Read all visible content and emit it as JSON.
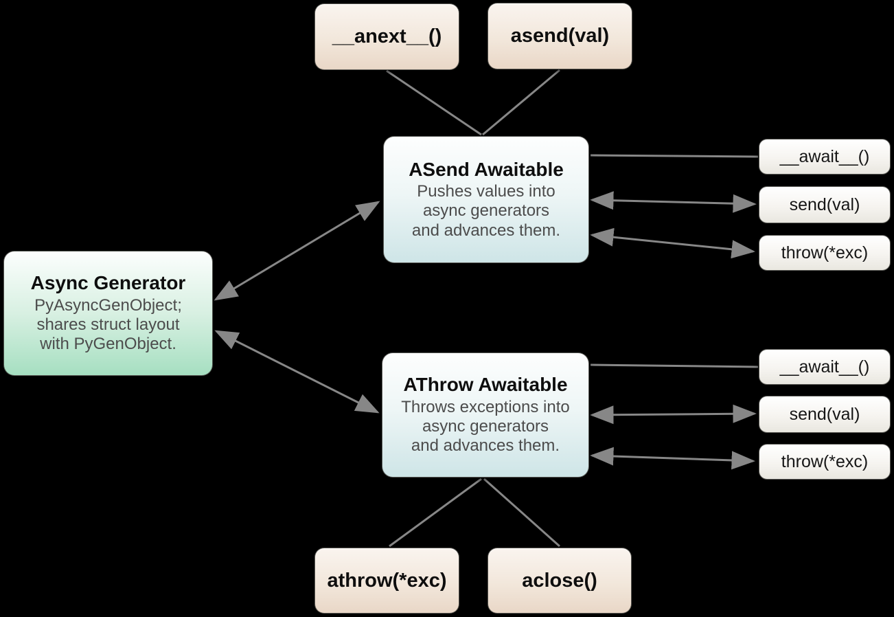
{
  "diagram": {
    "colors": {
      "background": "#000000",
      "connector": "#878787",
      "node_title": "#0e0e0e",
      "node_body": "#4c4c4c",
      "method_box_top": "#faf4ef",
      "method_box_bottom": "#e9d7c7",
      "awaitable_box_top": "#fdfefe",
      "awaitable_box_bottom": "#cee5e7",
      "generator_box_top": "#fcfefd",
      "generator_box_bottom": "#a6dfc1",
      "small_box_top": "#ffffff",
      "small_box_bottom": "#e9e7e0"
    },
    "nodes": {
      "anext": {
        "label": "__anext__()"
      },
      "asend": {
        "label": "asend(val)"
      },
      "asend_awaitable": {
        "title": "ASend Awaitable",
        "body": [
          "Pushes values into",
          "async generators",
          "and advances them."
        ]
      },
      "async_generator": {
        "title": "Async Generator",
        "body": [
          "PyAsyncGenObject;",
          "shares struct layout",
          "with PyGenObject."
        ]
      },
      "athrow_awaitable": {
        "title": "AThrow Awaitable",
        "body": [
          "Throws exceptions into",
          "async generators",
          "and advances them."
        ]
      },
      "athrow": {
        "label": "athrow(*exc)"
      },
      "aclose": {
        "label": "aclose()"
      },
      "asend_methods": [
        "__await__()",
        "send(val)",
        "throw(*exc)"
      ],
      "athrow_methods": [
        "__await__()",
        "send(val)",
        "throw(*exc)"
      ]
    }
  }
}
